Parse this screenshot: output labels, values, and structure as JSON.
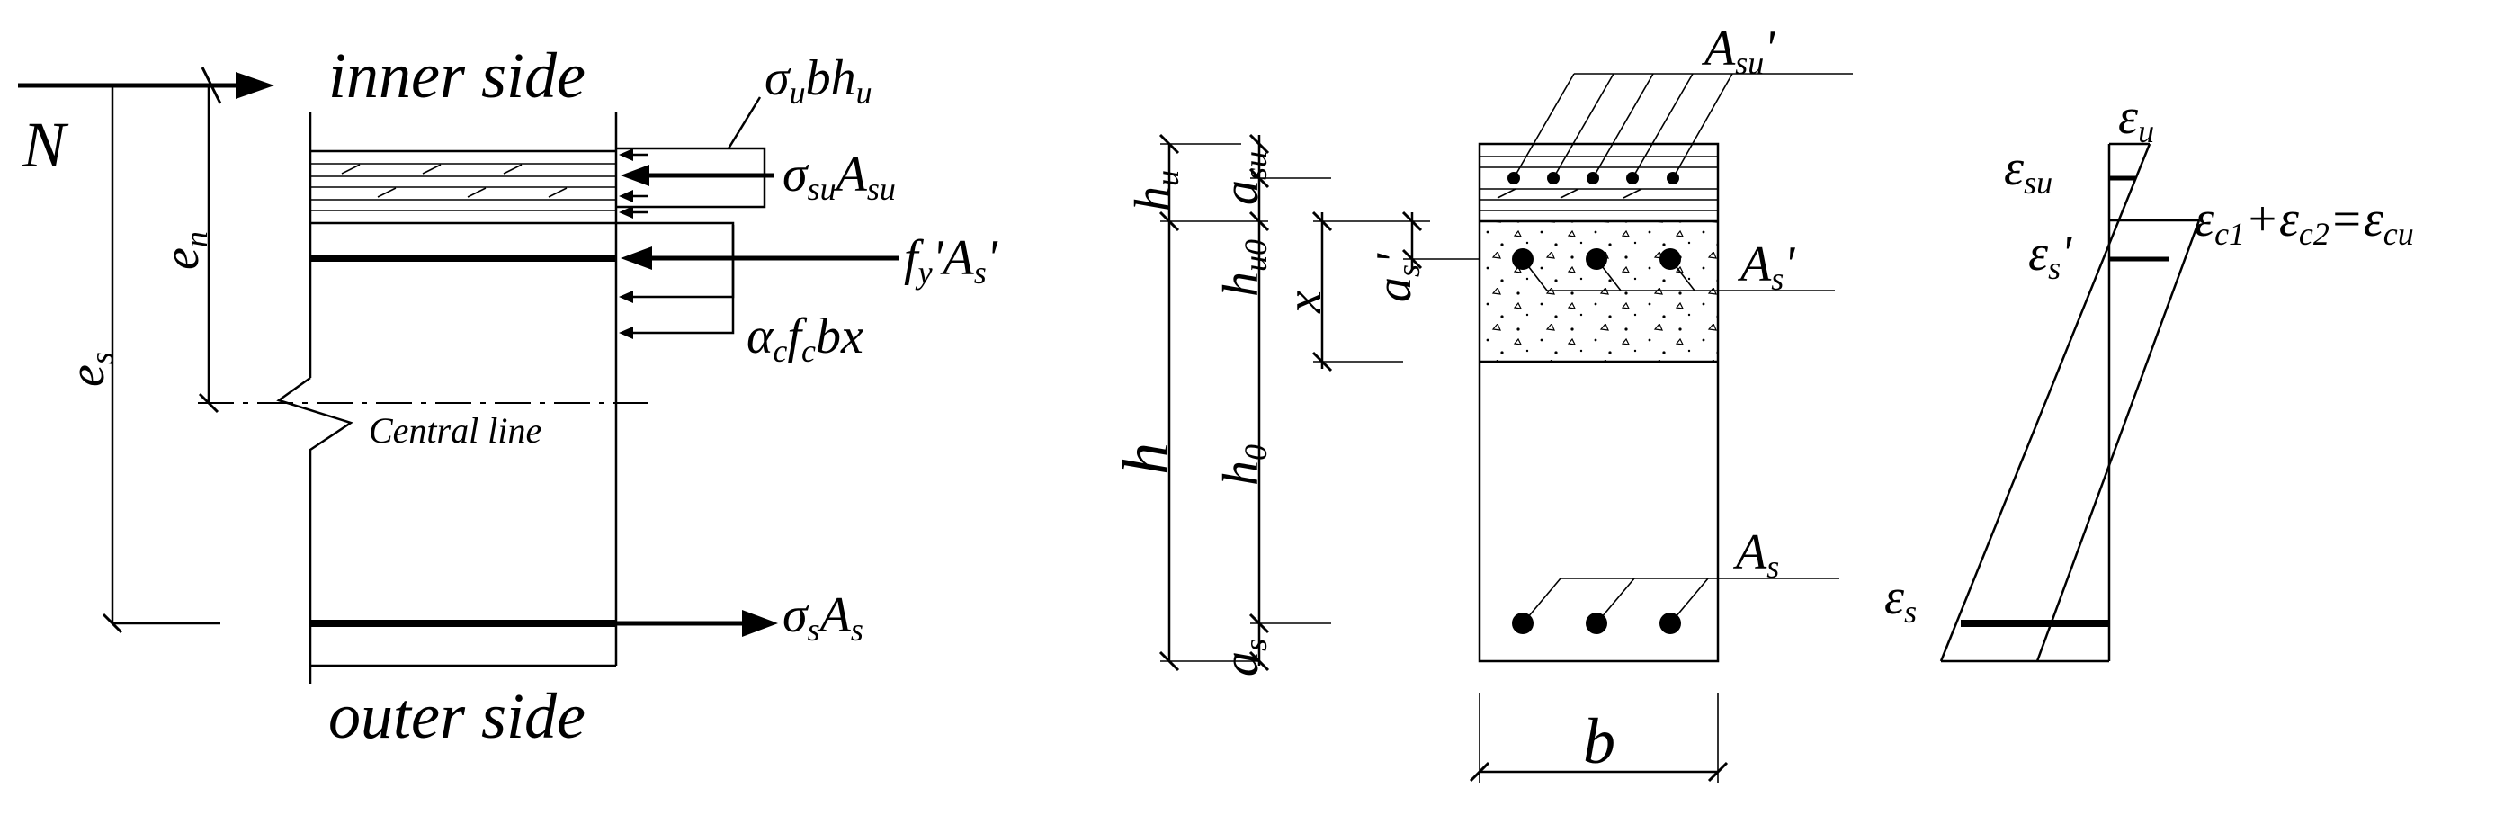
{
  "left_diagram": {
    "force_N": "N",
    "inner_side": "inner side",
    "outer_side": "outer side",
    "central_line": "Central line",
    "dim_en": "e",
    "dim_en_sub": "n",
    "dim_es": "e",
    "dim_es_sub": "s",
    "force_sigma_u": {
      "a": "σ",
      "a_sub": "u",
      "b": "bh",
      "b_sub": "u"
    },
    "force_sigma_su": {
      "a": "σ",
      "a_sub": "su",
      "b": "A",
      "b_sub": "su"
    },
    "force_fy": {
      "a": "f",
      "a_sub": "y",
      "b": "'A",
      "b_sub": "s",
      "c": "'"
    },
    "force_alpha": {
      "a": "α",
      "a_sub": "c",
      "b": "f",
      "b_sub": "c",
      "c": "bx"
    },
    "force_sigma_s": {
      "a": "σ",
      "a_sub": "s",
      "b": "A",
      "b_sub": "s"
    }
  },
  "middle_diagram": {
    "A_su_prime": {
      "a": "A",
      "a_sub": "su",
      "b": "'"
    },
    "A_s_prime": {
      "a": "A",
      "a_sub": "s",
      "b": "'"
    },
    "A_s": {
      "a": "A",
      "a_sub": "s"
    },
    "dim_hu": {
      "a": "h",
      "a_sub": "u"
    },
    "dim_asu": {
      "a": "a",
      "a_sub": "su"
    },
    "dim_hu0": {
      "a": "h",
      "a_sub": "u0"
    },
    "dim_as_prime": {
      "a": "a",
      "a_sub": "s",
      "b": "'"
    },
    "dim_x": "x",
    "dim_h": "h",
    "dim_h0": {
      "a": "h",
      "a_sub": "0"
    },
    "dim_as": {
      "a": "a",
      "a_sub": "s"
    },
    "dim_b": "b"
  },
  "right_diagram": {
    "eps_u": {
      "a": "ε",
      "a_sub": "u"
    },
    "eps_su": {
      "a": "ε",
      "a_sub": "su"
    },
    "eps_s_prime": {
      "a": "ε",
      "a_sub": "s",
      "b": "'"
    },
    "eps_eq": {
      "a": "ε",
      "a_sub": "c1",
      "b": "+ε",
      "b_sub": "c2",
      "c": "=ε",
      "c_sub": "cu"
    },
    "eps_s": {
      "a": "ε",
      "a_sub": "s"
    }
  }
}
